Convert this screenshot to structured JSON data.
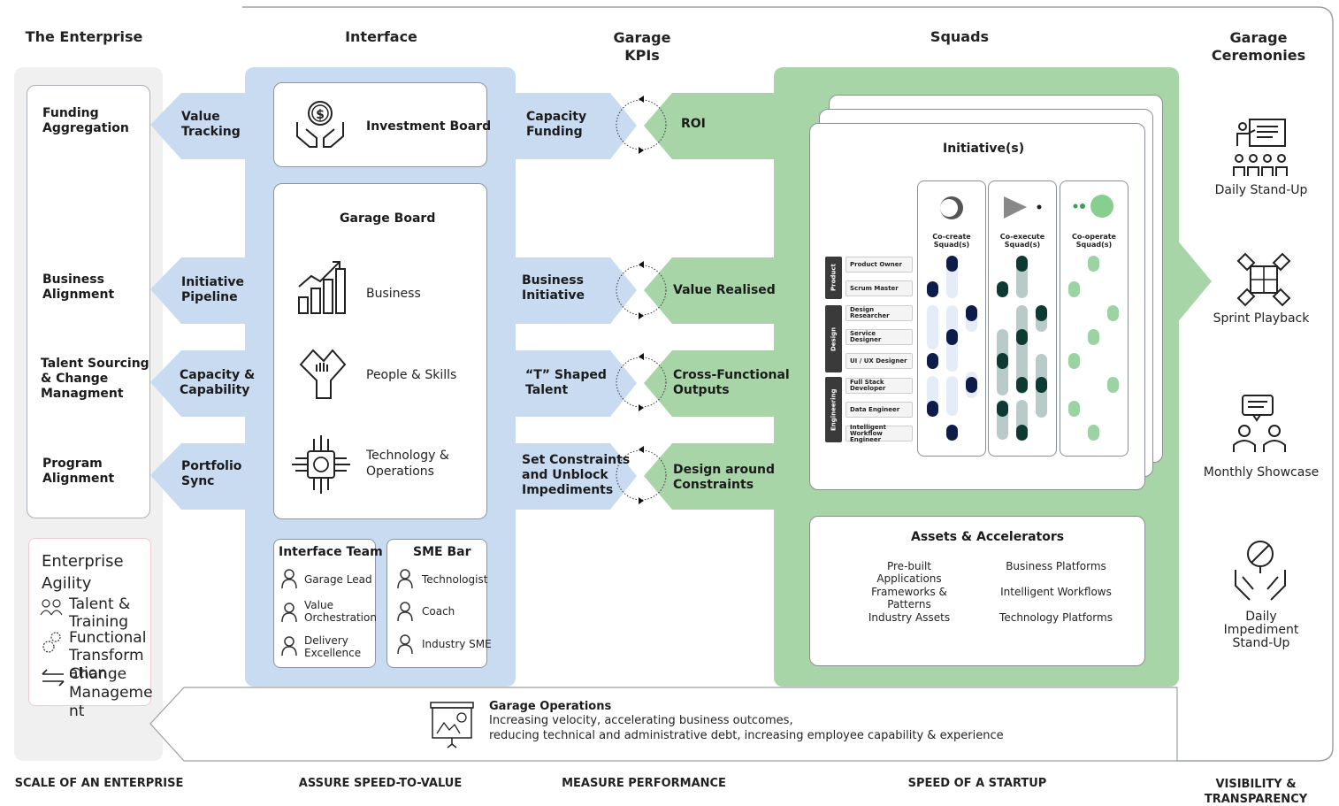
{
  "headers": {
    "enterprise": "The Enterprise",
    "interface": "Interface",
    "kpis": "Garage\nKPIs",
    "squads": "Squads",
    "ceremonies": "Garage\nCeremonies"
  },
  "enterprise_items": [
    "Funding\nAggregation",
    "Business\nAlignment",
    "Talent Sourcing\n& Change\nManagment",
    "Program\nAlignment"
  ],
  "agility": {
    "title": "Enterprise\nAgility",
    "items": [
      "Talent &\nTraining",
      "Functional\nTransform\nation",
      "Change\nManageme\nnt"
    ]
  },
  "left_arrows": [
    "Value\nTracking",
    "Initiative\nPipeline",
    "Capacity &\nCapability",
    "Portfolio\nSync"
  ],
  "investment_board": "Investment Board",
  "garage_board": {
    "title": "Garage Board",
    "items": [
      "Business",
      "People & Skills",
      "Technology &\nOperations"
    ]
  },
  "interface_team": {
    "title": "Interface Team",
    "items": [
      "Garage Lead",
      "Value\nOrchestration",
      "Delivery\nExcellence"
    ]
  },
  "sme_bar": {
    "title": "SME Bar",
    "items": [
      "Technologist",
      "Coach",
      "Industry SME"
    ]
  },
  "kpi_left": [
    "Capacity\nFunding",
    "Business\nInitiative",
    "“T” Shaped\nTalent",
    "Set Constraints\nand Unblock\nImpediments"
  ],
  "kpi_right": [
    "ROI",
    "Value Realised",
    "Cross-Functional\nOutputs",
    "Design around\nConstraints"
  ],
  "initiatives": {
    "title": "Initiative(s)",
    "columns": [
      "Co-create\nSquad(s)",
      "Co-execute\nSquad(s)",
      "Co-operate\nSquad(s)"
    ],
    "groups": [
      "Product",
      "Design",
      "Engineering"
    ],
    "roles": [
      "Product Owner",
      "Scrum Master",
      "Design Researcher",
      "Service Designer",
      "UI / UX Designer",
      "Full Stack Developer",
      "Data Engineer",
      "Intelligent Workflow\nEngineer"
    ]
  },
  "assets": {
    "title": "Assets & Accelerators",
    "left": [
      "Pre-built Applications",
      "Frameworks & Patterns",
      "Industry Assets"
    ],
    "right": [
      "Business Platforms",
      "Intelligent Workflows",
      "Technology Platforms"
    ]
  },
  "operations": {
    "title": "Garage Operations",
    "line1": "Increasing velocity, accelerating business outcomes,",
    "line2": "reducing technical and administrative debt, increasing employee capability & experience"
  },
  "ceremonies": [
    "Daily Stand-Up",
    "Sprint Playback",
    "Monthly Showcase",
    "Daily\nImpediment\nStand-Up"
  ],
  "footers": [
    "SCALE OF AN ENTERPRISE",
    "ASSURE SPEED-TO-VALUE",
    "MEASURE PERFORMANCE",
    "SPEED OF A STARTUP",
    "VISIBILITY &\nTRANSPARENCY"
  ],
  "colors": {
    "interface_blue": "#c9dbf1",
    "squad_green": "#a8d5a8",
    "enterprise_grey": "#f0f0f0",
    "navy": "#0e1c4a",
    "teal": "#0d3b33"
  }
}
